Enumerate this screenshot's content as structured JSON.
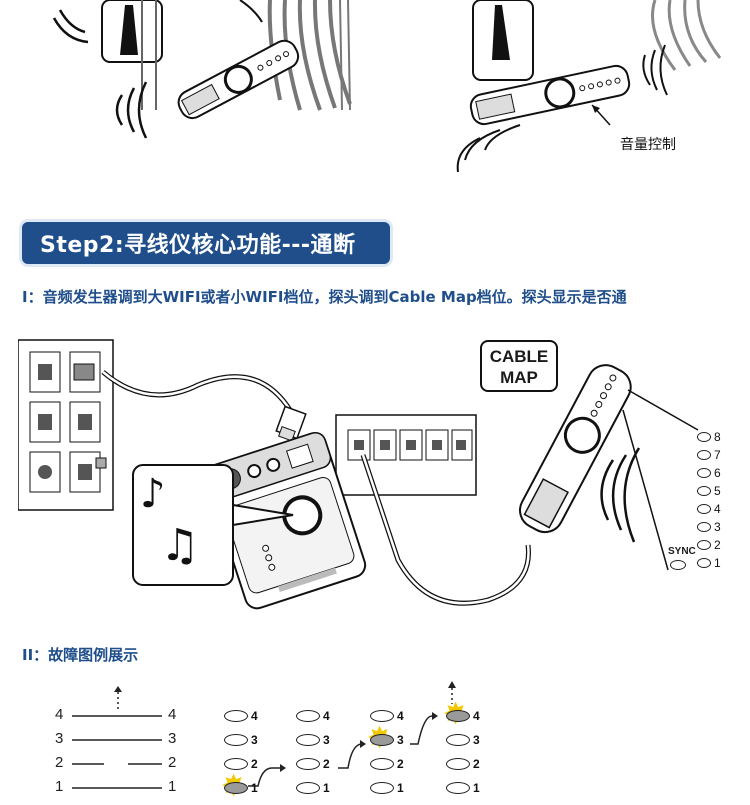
{
  "top_illustrations": {
    "volume_label": "音量控制"
  },
  "step2": {
    "banner_title": "Step2:寻线仪核心功能---通断"
  },
  "section_i": {
    "text": "I：音频发生器调到大WIFI或者小WIFI档位，探头调到Cable Map档位。探头显示是否通"
  },
  "probe_callout": {
    "mode_label_line1": "CABLE",
    "mode_label_line2": "MAP",
    "sync_label": "SYNC",
    "led_numbers": [
      "8",
      "7",
      "6",
      "5",
      "4",
      "3",
      "2",
      "1"
    ]
  },
  "section_ii": {
    "text": "II：故障图例展示"
  },
  "fault_legend": {
    "left_labels": [
      "4",
      "3",
      "2",
      "1"
    ],
    "right_labels": [
      "4",
      "3",
      "2",
      "1"
    ]
  },
  "led_columns": [
    {
      "labels": [
        "4",
        "3",
        "2",
        "1"
      ],
      "lit": "1"
    },
    {
      "labels": [
        "4",
        "3",
        "2",
        "1"
      ],
      "lit": ""
    },
    {
      "labels": [
        "4",
        "3",
        "2",
        "1"
      ],
      "lit": "3"
    },
    {
      "labels": [
        "4",
        "3",
        "2",
        "1"
      ],
      "lit": "4"
    }
  ],
  "colors": {
    "banner_bg": "#1f4e8a",
    "heading_text": "#1f4e8a",
    "highlight_star": "#f2c900",
    "lit_led": "#9a9a9a"
  },
  "icons": [
    "music-note-icon",
    "double-music-note-icon",
    "sound-wave-icon",
    "arrow-up-dotted-icon",
    "curved-arrow-icon"
  ]
}
